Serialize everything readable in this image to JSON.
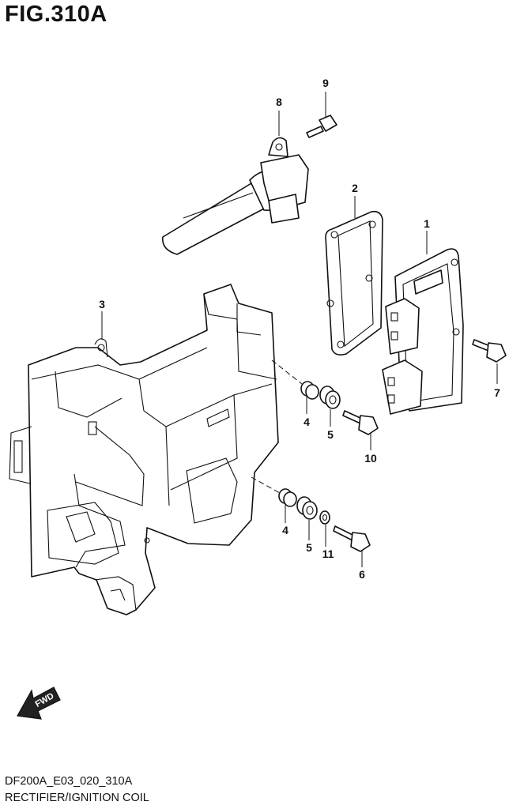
{
  "header": {
    "figure_title": "FIG.310A"
  },
  "footer": {
    "model_code": "DF200A_E03_020_310A",
    "section_name": "RECTIFIER/IGNITION COIL"
  },
  "callouts": {
    "c1": "1",
    "c2": "2",
    "c3": "3",
    "c4a": "4",
    "c4b": "4",
    "c5a": "5",
    "c5b": "5",
    "c6": "6",
    "c7": "7",
    "c8": "8",
    "c9": "9",
    "c10": "10",
    "c11": "11"
  },
  "direction": {
    "fwd_label": "FWD"
  }
}
